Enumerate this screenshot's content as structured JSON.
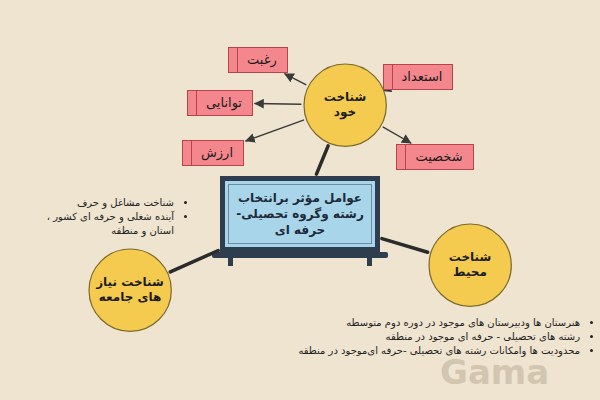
{
  "diagram": {
    "nodes": [
      {
        "text": [
          "رغبت"
        ]
      },
      {
        "text": [
          "استعداد"
        ]
      },
      {
        "text": [
          "توانایی"
        ]
      },
      {
        "text": [
          "شناخت خود"
        ]
      },
      {
        "text": [
          "ارزش"
        ]
      },
      {
        "text": [
          "شخصیت"
        ]
      },
      {
        "text": [
          "عوامل مؤثر برانتخاب رشته وگروه تحصیلی- حرفه ای"
        ]
      },
      {
        "text": [
          "شناخت محیط"
        ]
      },
      {
        "text": [
          "شناخت نیاز های جامعه"
        ]
      }
    ],
    "edges": [
      {
        "from": 3,
        "to": 0,
        "arrow": "to"
      },
      {
        "from": 3,
        "to": 1,
        "arrow": "to"
      },
      {
        "from": 3,
        "to": 2,
        "arrow": "to"
      },
      {
        "from": 3,
        "to": 4,
        "arrow": "to"
      },
      {
        "from": 3,
        "to": 5,
        "arrow": "to"
      },
      {
        "from": 6,
        "to": 3,
        "arrow": "none"
      },
      {
        "from": 6,
        "to": 8,
        "arrow": "none"
      },
      {
        "from": 6,
        "to": 7,
        "arrow": "none"
      }
    ],
    "labels": [
      "شناخت مشاغل و حرف",
      "آینده شغلی و حرفه ای کشور ، استان و منطقه",
      "هنرستان ها ودبیرستان های موجود در دوره دوم متوسطه",
      "رشته های تحصیلی - حرفه ای موجود در منطقه",
      "محدودیت ها وامکانات رشته های تحصیلی -حرفه ای‌موجود در منطقه",
      "Gama"
    ]
  }
}
